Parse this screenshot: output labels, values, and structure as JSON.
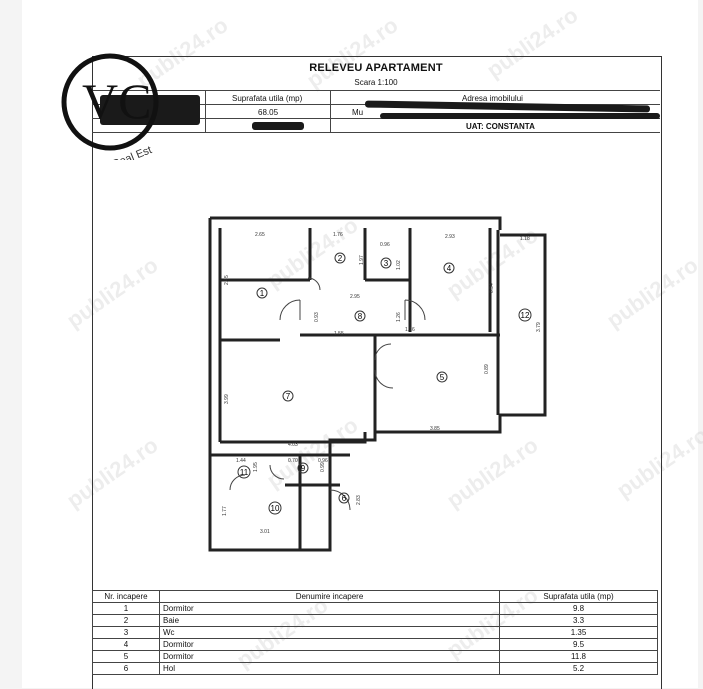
{
  "header": {
    "title": "RELEVEU APARTAMENT",
    "scale": "Scara 1:100",
    "area_label": "Suprafata utila (mp)",
    "area_value": "68.05",
    "address_label": "Adresa imobilului",
    "address_prefix": "Mu",
    "uat": "UAT: CONSTANTA"
  },
  "logo": {
    "letters": "VC",
    "tagline": "Real Est"
  },
  "watermark": "publi24.ro",
  "plan": {
    "dims": [
      "2.65",
      "1.76",
      "0.96",
      "2.93",
      "1.18",
      "2.45",
      "1.97",
      "1.02",
      "0.93",
      "2.95",
      "1.26",
      "1.55",
      "1.16",
      "0.94",
      "3.79",
      "3.99",
      "3.85",
      "4.03",
      "1.44",
      "1.95",
      "0.70",
      "0.96",
      "0.99",
      "3.01",
      "0.89",
      "1.77",
      "2.83"
    ],
    "room_numbers": [
      "1",
      "2",
      "3",
      "4",
      "5",
      "6",
      "7",
      "8",
      "9",
      "10",
      "11",
      "12"
    ]
  },
  "table": {
    "headers": [
      "Nr. incapere",
      "Denumire incapere",
      "Suprafata utila (mp)"
    ],
    "rows": [
      {
        "nr": "1",
        "name": "Dormitor",
        "area": "9.8"
      },
      {
        "nr": "2",
        "name": "Baie",
        "area": "3.3"
      },
      {
        "nr": "3",
        "name": "Wc",
        "area": "1.35"
      },
      {
        "nr": "4",
        "name": "Dormitor",
        "area": "9.5"
      },
      {
        "nr": "5",
        "name": "Dormitor",
        "area": "11.8"
      },
      {
        "nr": "6",
        "name": "Hol",
        "area": "5.2"
      }
    ]
  }
}
